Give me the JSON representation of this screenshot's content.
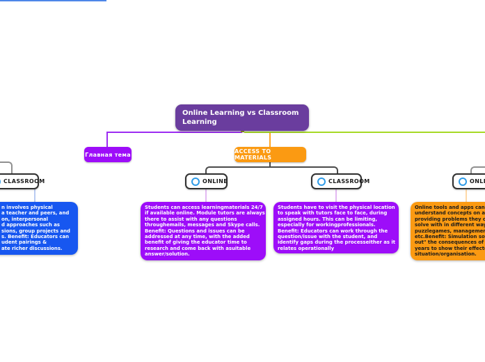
{
  "palette": {
    "root_purple": "#6A3D9E",
    "violet": "#9D0DF9",
    "orange": "#FB9A12",
    "blue_note": "#1757F0",
    "connector_blue": "#4D86E8",
    "connector_purple": "#9C2BF2",
    "connector_green": "#A6D924",
    "connector_orange": "#FFA623",
    "connector_gray_dark": "#4a4a4a",
    "connector_gray_light": "#8f8f8f",
    "drop_blue": "#B9CBF2",
    "drop_violet": "#E3B9F2",
    "drop_orange": "#FFD9A6",
    "node_icon_blue": "#2E9BE8"
  },
  "root_topic": {
    "title": "Online Learning vs Classroom Learning"
  },
  "branches": {
    "main_topic": {
      "label": "Главная тема"
    },
    "access": {
      "label": "ACCESS TO MATERIALS"
    }
  },
  "nodes": {
    "classroom_left": {
      "label": "CLASSROOM",
      "icon": "circle-topic-icon"
    },
    "online_center": {
      "label": "ONLINE",
      "icon": "circle-topic-icon"
    },
    "classroom_center": {
      "label": "CLASSROOM",
      "icon": "circle-topic-icon"
    },
    "online_right": {
      "label": "ONLINE",
      "icon": "circle-topic-icon"
    }
  },
  "notes": {
    "classroom_left": {
      "lines": [
        "n involves physical",
        "a teacher and peers, and",
        "on, interpersonal",
        "d approaches such as",
        "sions, group projects and",
        "s. Benefit: Educators can",
        "udent pairings &",
        "ate richer discussions."
      ]
    },
    "online_center": {
      "lines": [
        "Students can access learningmaterials 24/7",
        "if available online. Module tutors are always",
        "there to assist with any questions",
        "throughemails, messages and Skype calls.",
        "Benefit: Questions and issues can be",
        "addressed at any time, with the added",
        "benefit of giving the educator time to",
        "research and come back with asuitable",
        "answer/solution."
      ]
    },
    "classroom_center": {
      "lines": [
        "Students have to visit the physical location",
        "to speak with tutors face to face, during",
        "assigned hours. This can be limiting,",
        "especially for workingprofessionals.",
        "Benefit: Educators can work through the",
        "question/issue with the student, and",
        "identify gaps during the processeither as it",
        "relates operationally"
      ]
    },
    "online_right": {
      "lines": [
        "Online tools and apps can",
        "understand concepts on a",
        "providing problems they ca",
        "solve with in different way",
        "puzzlegames, managemen",
        "etc.Benefit: Simulation sof",
        "out\" the consequences of a",
        "years to show their effecto",
        "situation/organisation."
      ]
    }
  }
}
